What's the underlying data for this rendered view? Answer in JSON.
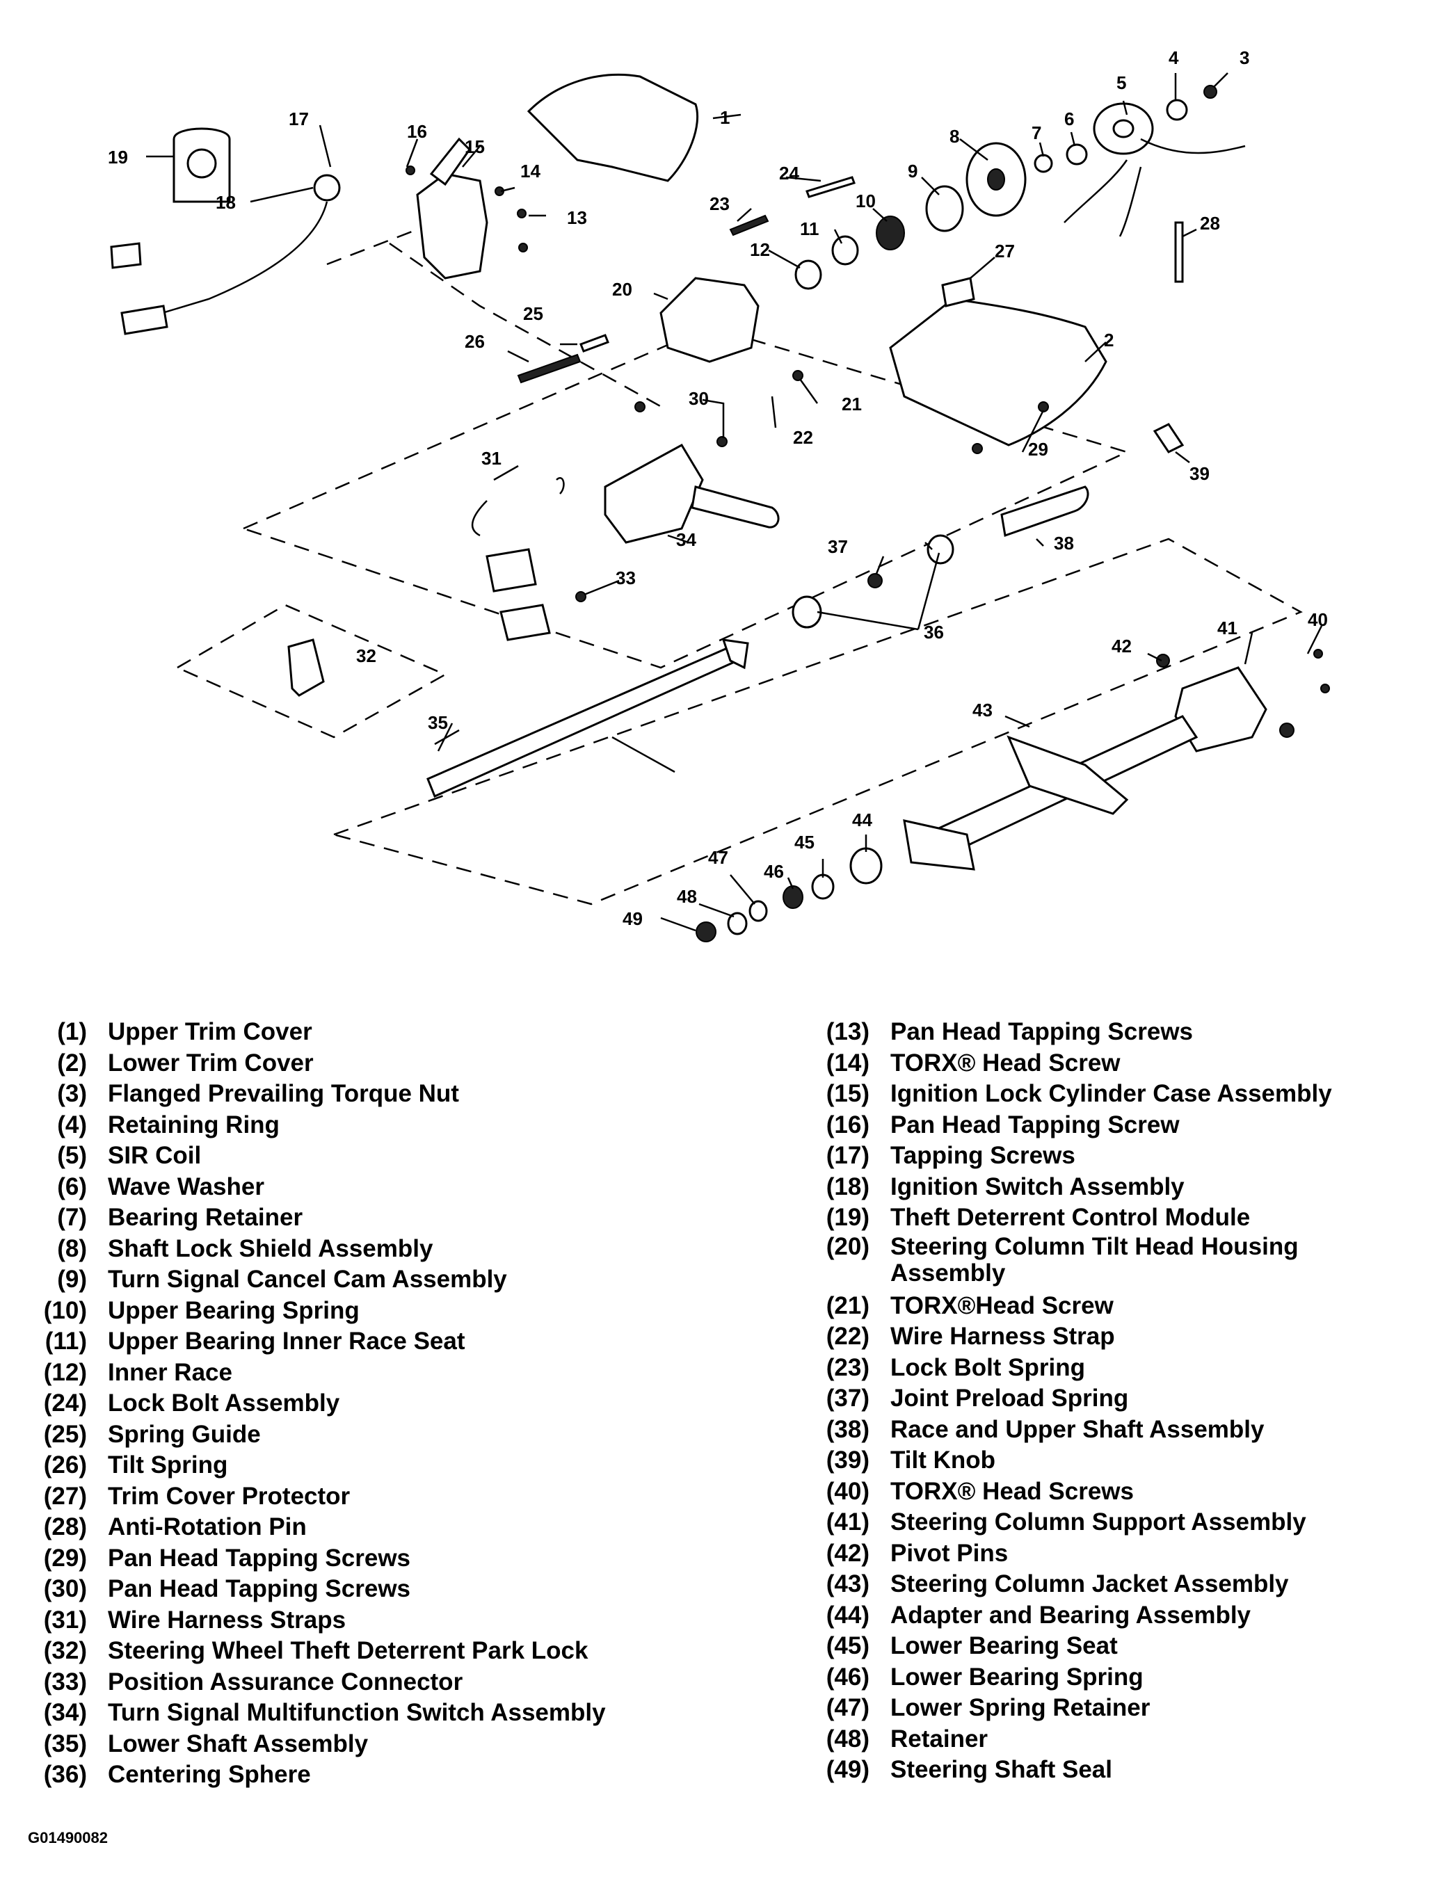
{
  "callouts": [
    "1",
    "2",
    "3",
    "4",
    "5",
    "6",
    "7",
    "8",
    "9",
    "10",
    "11",
    "12",
    "13",
    "14",
    "15",
    "16",
    "17",
    "18",
    "19",
    "20",
    "21",
    "22",
    "23",
    "24",
    "25",
    "26",
    "27",
    "28",
    "29",
    "30",
    "31",
    "32",
    "33",
    "34",
    "35",
    "36",
    "37",
    "38",
    "39",
    "40",
    "41",
    "42",
    "43",
    "44",
    "45",
    "46",
    "47",
    "48",
    "49"
  ],
  "legend_left": [
    {
      "num": "(1)",
      "text": "Upper Trim Cover"
    },
    {
      "num": "(2)",
      "text": "Lower Trim Cover"
    },
    {
      "num": "(3)",
      "text": "Flanged Prevailing Torque Nut"
    },
    {
      "num": "(4)",
      "text": "Retaining Ring"
    },
    {
      "num": "(5)",
      "text": "SIR Coil"
    },
    {
      "num": "(6)",
      "text": "Wave Washer"
    },
    {
      "num": "(7)",
      "text": "Bearing Retainer"
    },
    {
      "num": "(8)",
      "text": "Shaft Lock Shield Assembly"
    },
    {
      "num": "(9)",
      "text": "Turn Signal Cancel Cam Assembly"
    },
    {
      "num": "(10)",
      "text": "Upper Bearing Spring"
    },
    {
      "num": "(11)",
      "text": "Upper Bearing Inner Race Seat"
    },
    {
      "num": "(12)",
      "text": "Inner Race"
    },
    {
      "num": "(24)",
      "text": "Lock Bolt Assembly"
    },
    {
      "num": "(25)",
      "text": "Spring Guide"
    },
    {
      "num": "(26)",
      "text": "Tilt Spring"
    },
    {
      "num": "(27)",
      "text": "Trim Cover Protector"
    },
    {
      "num": "(28)",
      "text": "Anti-Rotation Pin"
    },
    {
      "num": "(29)",
      "text": "Pan Head Tapping Screws"
    },
    {
      "num": "(30)",
      "text": "Pan Head Tapping Screws"
    },
    {
      "num": "(31)",
      "text": "Wire Harness Straps"
    },
    {
      "num": "(32)",
      "text": "Steering Wheel Theft Deterrent Park Lock"
    },
    {
      "num": "(33)",
      "text": "Position Assurance Connector"
    },
    {
      "num": "(34)",
      "text": "Turn Signal Multifunction Switch Assembly"
    },
    {
      "num": "(35)",
      "text": "Lower Shaft Assembly"
    },
    {
      "num": "(36)",
      "text": "Centering Sphere"
    }
  ],
  "legend_right": [
    {
      "num": "(13)",
      "text": "Pan Head Tapping Screws"
    },
    {
      "num": "(14)",
      "text": "TORX® Head Screw"
    },
    {
      "num": "(15)",
      "text": "Ignition Lock Cylinder Case Assembly"
    },
    {
      "num": "(16)",
      "text": "Pan Head Tapping Screw"
    },
    {
      "num": "(17)",
      "text": "Tapping Screws"
    },
    {
      "num": "(18)",
      "text": "Ignition Switch Assembly"
    },
    {
      "num": "(19)",
      "text": "Theft Deterrent Control Module"
    },
    {
      "num": "(20)",
      "text": "Steering Column Tilt Head Housing Assembly"
    },
    {
      "num": "(21)",
      "text": "TORX®Head Screw"
    },
    {
      "num": "(22)",
      "text": "Wire Harness Strap"
    },
    {
      "num": "(23)",
      "text": "Lock Bolt Spring"
    },
    {
      "num": "(37)",
      "text": "Joint Preload Spring"
    },
    {
      "num": "(38)",
      "text": "Race and Upper Shaft Assembly"
    },
    {
      "num": "(39)",
      "text": "Tilt Knob"
    },
    {
      "num": "(40)",
      "text": "TORX® Head Screws"
    },
    {
      "num": "(41)",
      "text": "Steering Column Support Assembly"
    },
    {
      "num": "(42)",
      "text": "Pivot Pins"
    },
    {
      "num": "(43)",
      "text": "Steering Column Jacket Assembly"
    },
    {
      "num": "(44)",
      "text": "Adapter and Bearing Assembly"
    },
    {
      "num": "(45)",
      "text": "Lower Bearing Seat"
    },
    {
      "num": "(46)",
      "text": "Lower Bearing Spring"
    },
    {
      "num": "(47)",
      "text": "Lower Spring Retainer"
    },
    {
      "num": "(48)",
      "text": "Retainer"
    },
    {
      "num": "(49)",
      "text": "Steering Shaft Seal"
    }
  ],
  "figure_code": "G01490082"
}
